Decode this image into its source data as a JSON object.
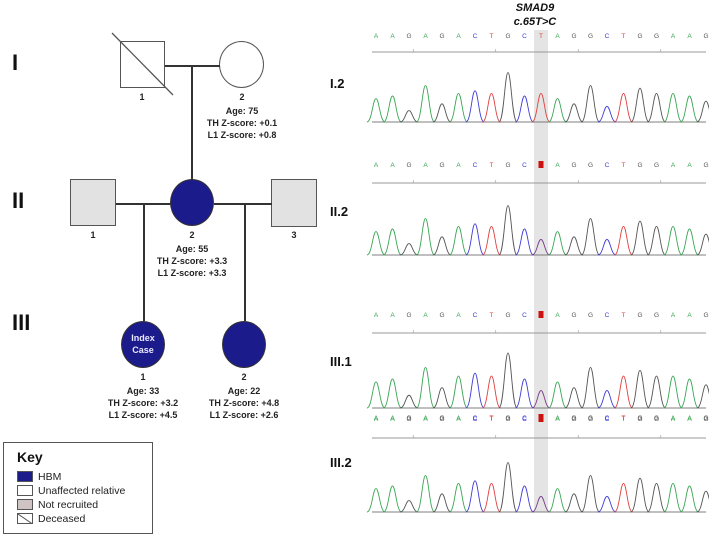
{
  "generations": [
    "I",
    "II",
    "III"
  ],
  "pedigree": {
    "gen1": {
      "individual1": {
        "id": "1",
        "sex": "male",
        "status": "deceased"
      },
      "individual2": {
        "id": "2",
        "sex": "female",
        "status": "unaffected",
        "age": "Age: 75",
        "th": "TH Z-score: +0.1",
        "l1": "L1 Z-score: +0.8"
      }
    },
    "gen2": {
      "individual1": {
        "id": "1",
        "sex": "male",
        "status": "not recruited"
      },
      "individual2": {
        "id": "2",
        "sex": "female",
        "status": "HBM",
        "age": "Age: 55",
        "th": "TH Z-score: +3.3",
        "l1": "L1 Z-score: +3.3"
      },
      "individual3": {
        "id": "3",
        "sex": "male",
        "status": "not recruited"
      }
    },
    "gen3": {
      "individual1": {
        "id": "1",
        "sex": "female",
        "status": "HBM",
        "index_line1": "Index",
        "index_line2": "Case",
        "age": "Age: 33",
        "th": "TH Z-score: +3.2",
        "l1": "L1 Z-score: +4.5"
      },
      "individual2": {
        "id": "2",
        "sex": "female",
        "status": "HBM",
        "age": "Age: 22",
        "th": "TH Z-score: +4.8",
        "l1": "L1 Z-score: +2.6"
      }
    }
  },
  "key": {
    "title": "Key",
    "items": [
      {
        "label": "HBM",
        "color": "#1c1b8c"
      },
      {
        "label": "Unaffected relative",
        "color": "#ffffff"
      },
      {
        "label": "Not recruited",
        "color": "#cfc3c3"
      },
      {
        "label": "Deceased",
        "color": "#ffffff"
      }
    ]
  },
  "chromatogram": {
    "gene": "SMAD9",
    "variant": "c.65T>C",
    "sequence": [
      "A",
      "A",
      "G",
      "A",
      "G",
      "A",
      "C",
      "T",
      "G",
      "C",
      "T",
      "A",
      "G",
      "G",
      "C",
      "T",
      "G",
      "G",
      "A",
      "A",
      "G"
    ],
    "variant_index": 10,
    "base_colors": {
      "A": "#3aa655",
      "G": "#555555",
      "C": "#3d3dd6",
      "T": "#e0413f",
      "N": "#cc1111"
    },
    "samples": [
      {
        "label": "I.2",
        "variant_call": "T",
        "heterozygous": false
      },
      {
        "label": "II.2",
        "variant_call": "Y",
        "heterozygous": true
      },
      {
        "label": "III.1",
        "variant_call": "Y",
        "heterozygous": true
      },
      {
        "label": "III.2",
        "variant_call": "Y",
        "heterozygous": true
      }
    ],
    "peak_heights": [
      0.45,
      0.5,
      0.22,
      0.7,
      0.35,
      0.55,
      0.6,
      0.55,
      0.95,
      0.5,
      0.45,
      0.45,
      0.35,
      0.7,
      0.3,
      0.55,
      0.65,
      0.55,
      0.55,
      0.5,
      0.4
    ]
  }
}
